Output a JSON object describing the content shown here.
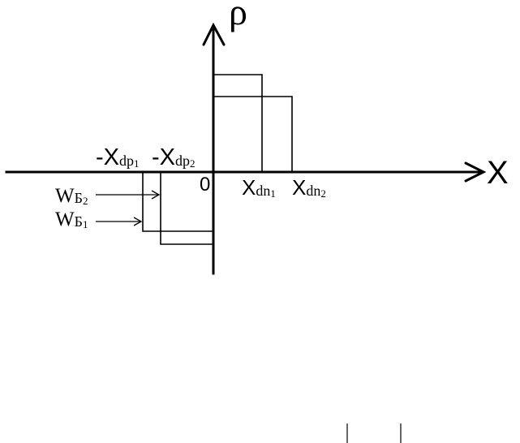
{
  "diagram": {
    "axis_x_label": "X",
    "axis_y_label": "ρ",
    "origin_label": "0"
  },
  "labels": {
    "xdp1": {
      "prefix": "-X",
      "sub": "dp",
      "index": "1"
    },
    "xdp2": {
      "prefix": "-X",
      "sub": "dp",
      "index": "2"
    },
    "xdn1": {
      "prefix": "X",
      "sub": "dn",
      "index": "1"
    },
    "xdn2": {
      "prefix": "X",
      "sub": "dn",
      "index": "2"
    },
    "wb2": {
      "prefix": "W",
      "sub": "Б",
      "index": "2"
    },
    "wb1": {
      "prefix": "W",
      "sub": "Б",
      "index": "1"
    }
  },
  "colors": {
    "ink": "#000000",
    "background": "#ffffff"
  }
}
